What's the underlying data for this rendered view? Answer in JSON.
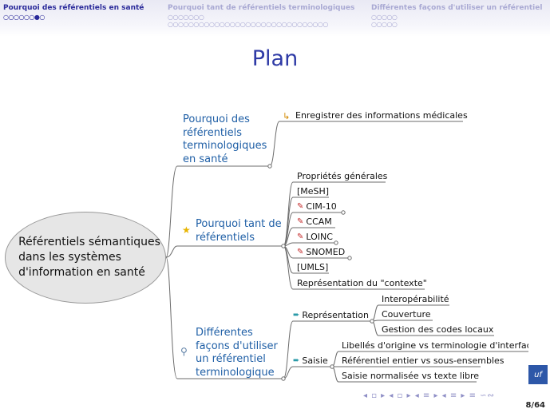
{
  "nav": {
    "sections": [
      {
        "label": "Pourquoi des référentiels en santé",
        "dots": "○○○○○○●○"
      },
      {
        "label": "Pourquoi tant de référentiels terminologiques",
        "dots": "○○○○○○○",
        "dots2": "○○○○○○○○○○○○○○○○○○○○○○○○○○○○○○○"
      },
      {
        "label": "Différentes façons d'utiliser un référentiel",
        "dots": "○○○○○",
        "dots2": "○○○○○"
      }
    ]
  },
  "slide": {
    "title": "Plan",
    "page": "8/64",
    "controls": "◂ ▫ ▸ ◂ ▫ ▸ ◂ ≡ ▸ ◂ ≡ ▸ ≡ ∽∾"
  },
  "mindmap": {
    "root": "Référentiels sémantiques\ndans les systèmes\nd'information en santé",
    "branches": [
      {
        "label": "Pourquoi des référentiels terminologiques en santé",
        "icon": "check-icon"
      },
      {
        "label": "Pourquoi tant de référentiels",
        "icon": "star-icon"
      },
      {
        "label": "Différentes façons d'utiliser un référentiel terminologique",
        "icon": "magnifier-icon"
      }
    ],
    "b1_items": [
      "Enregistrer des informations médicales"
    ],
    "b2_items": [
      "Propriétés générales",
      "[MeSH]",
      "CIM-10",
      "CCAM",
      "LOINC",
      "SNOMED",
      "[UMLS]",
      "Représentation du \"contexte\""
    ],
    "b3_subs": [
      {
        "label": "Représentation",
        "items": [
          "Interopérabilité",
          "Couverture",
          "Gestion des codes locaux"
        ]
      },
      {
        "label": "Saisie",
        "items": [
          "Libellés d'origine vs terminologie d'interface",
          "Référentiel entier vs sous-ensembles",
          "Saisie normalisée vs texte libre"
        ]
      }
    ]
  },
  "colors": {
    "nav_active": "#2a2a9a",
    "nav_inactive": "#a9a9d3",
    "title": "#2f3ba6",
    "branch": "#1f5fa6"
  }
}
